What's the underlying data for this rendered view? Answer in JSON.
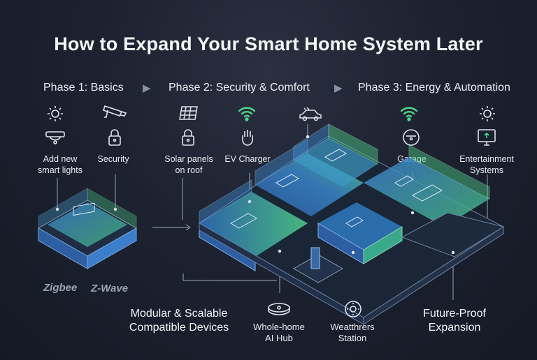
{
  "title": "How to Expand Your Smart Home System Later",
  "phases": [
    {
      "label": "Phase 1: Basics"
    },
    {
      "label": "Phase 2: Security & Comfort"
    },
    {
      "label": "Phase 3: Energy & Automation"
    }
  ],
  "features": {
    "smart_lights": [
      "Add new",
      "smart lights"
    ],
    "security": "Security",
    "solar": [
      "Solar panels",
      "on roof"
    ],
    "ev_charger": "EV Charger",
    "garage": "Garage",
    "entertainment": [
      "Entertainment",
      "Systems"
    ]
  },
  "bottom": {
    "modular": [
      "Modular & Scalable",
      "Compatible Devices"
    ],
    "hub": [
      "Whole-home",
      "AI Hub"
    ],
    "weather": [
      "Weatthrers",
      "Station"
    ],
    "future": [
      "Future-Proof",
      "Expansion"
    ]
  },
  "logos": {
    "zigbee": "Zigbee",
    "zwave": "Z-Wave"
  },
  "colors": {
    "accent_green": "#4fd68a",
    "accent_blue": "#4a8fe0",
    "icon_stroke": "#dfe4ec"
  }
}
